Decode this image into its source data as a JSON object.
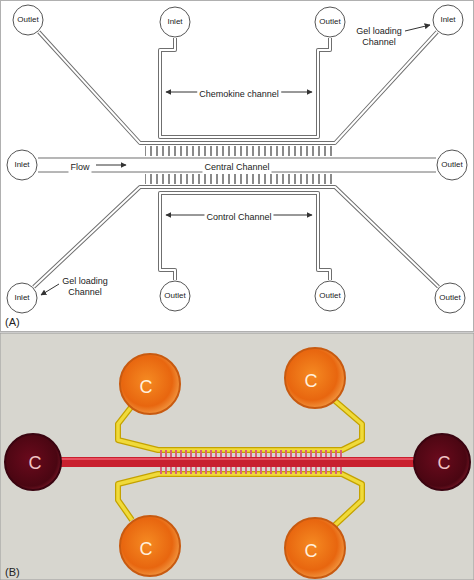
{
  "diagram": {
    "nodes": [
      {
        "text": [
          "Outlet"
        ]
      },
      {
        "text": [
          "Inlet"
        ]
      },
      {
        "text": [
          "Outlet"
        ]
      },
      {
        "text": [
          "Inlet"
        ]
      },
      {
        "text": [
          "Inlet"
        ]
      },
      {
        "text": [
          "Outlet"
        ]
      },
      {
        "text": [
          "Inlet"
        ]
      },
      {
        "text": [
          "Outlet"
        ]
      },
      {
        "text": [
          "Outlet"
        ]
      },
      {
        "text": [
          "Outlet"
        ]
      }
    ],
    "edges": [
      {
        "from": 4,
        "to": 5,
        "arrow": "none",
        "label": "Central Channel"
      },
      {
        "from": 1,
        "to": 2,
        "arrow": "none"
      },
      {
        "from": 7,
        "to": 8,
        "arrow": "none"
      },
      {
        "from": 0,
        "to": 3,
        "arrow": "none"
      },
      {
        "from": 6,
        "to": 9,
        "arrow": "none"
      }
    ],
    "labels": [
      "Gel loading Channel",
      "Chemokine channel",
      "Flow",
      "Control Channel",
      "Gel loading Channel",
      "(A)",
      "C",
      "C",
      "C",
      "C",
      "C",
      "C",
      "(B)"
    ]
  }
}
